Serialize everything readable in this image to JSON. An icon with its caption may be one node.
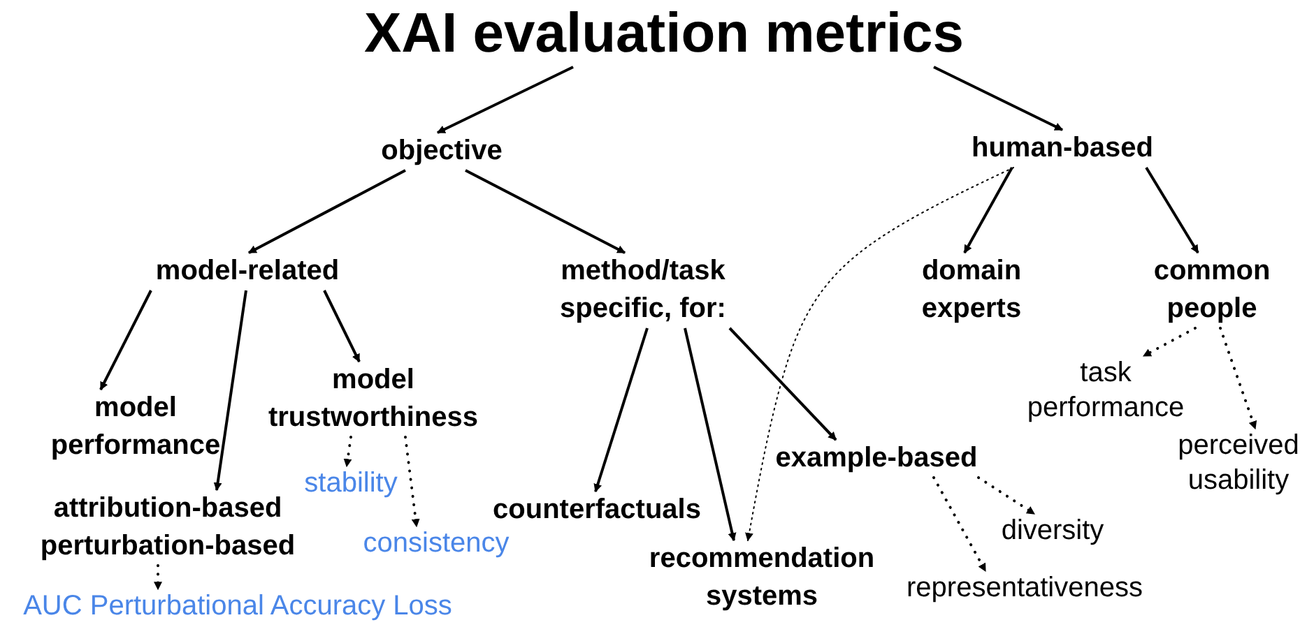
{
  "diagram": {
    "nodes": [
      {
        "text": [
          "XAI evaluation metrics"
        ]
      },
      {
        "text": [
          "objective"
        ]
      },
      {
        "text": [
          "human-based"
        ]
      },
      {
        "text": [
          "model-related"
        ]
      },
      {
        "text": [
          "method/task specific, for:"
        ]
      },
      {
        "text": [
          "domain experts"
        ]
      },
      {
        "text": [
          "common people"
        ]
      },
      {
        "text": [
          "model performance"
        ]
      },
      {
        "text": [
          "model trustworthiness"
        ]
      },
      {
        "text": [
          "attribution-based perturbation-based"
        ]
      },
      {
        "text": [
          "stability"
        ]
      },
      {
        "text": [
          "consistency"
        ]
      },
      {
        "text": [
          "AUC Perturbational Accuracy Loss"
        ]
      },
      {
        "text": [
          "counterfactuals"
        ]
      },
      {
        "text": [
          "recommendation systems"
        ]
      },
      {
        "text": [
          "example-based"
        ]
      },
      {
        "text": [
          "diversity"
        ]
      },
      {
        "text": [
          "representativeness"
        ]
      },
      {
        "text": [
          "task performance"
        ]
      },
      {
        "text": [
          "perceived usability"
        ]
      }
    ],
    "edges": [
      {
        "from": 0,
        "to": 1,
        "arrow": "to"
      },
      {
        "from": 0,
        "to": 2,
        "arrow": "to"
      },
      {
        "from": 1,
        "to": 3,
        "arrow": "to"
      },
      {
        "from": 1,
        "to": 4,
        "arrow": "to"
      },
      {
        "from": 3,
        "to": 7,
        "arrow": "to"
      },
      {
        "from": 3,
        "to": 9,
        "arrow": "to"
      },
      {
        "from": 3,
        "to": 8,
        "arrow": "to"
      },
      {
        "from": 8,
        "to": 10,
        "arrow": "to",
        "style": "dashed"
      },
      {
        "from": 8,
        "to": 11,
        "arrow": "to",
        "style": "dashed"
      },
      {
        "from": 9,
        "to": 12,
        "arrow": "to",
        "style": "dashed"
      },
      {
        "from": 4,
        "to": 13,
        "arrow": "to"
      },
      {
        "from": 4,
        "to": 14,
        "arrow": "to"
      },
      {
        "from": 4,
        "to": 15,
        "arrow": "to"
      },
      {
        "from": 2,
        "to": 5,
        "arrow": "to"
      },
      {
        "from": 2,
        "to": 6,
        "arrow": "to"
      },
      {
        "from": 2,
        "to": 14,
        "arrow": "to",
        "style": "dashed"
      },
      {
        "from": 15,
        "to": 16,
        "arrow": "to",
        "style": "dashed"
      },
      {
        "from": 15,
        "to": 17,
        "arrow": "to",
        "style": "dashed"
      },
      {
        "from": 6,
        "to": 18,
        "arrow": "to",
        "style": "dashed"
      },
      {
        "from": 6,
        "to": 19,
        "arrow": "to",
        "style": "dashed"
      }
    ]
  }
}
